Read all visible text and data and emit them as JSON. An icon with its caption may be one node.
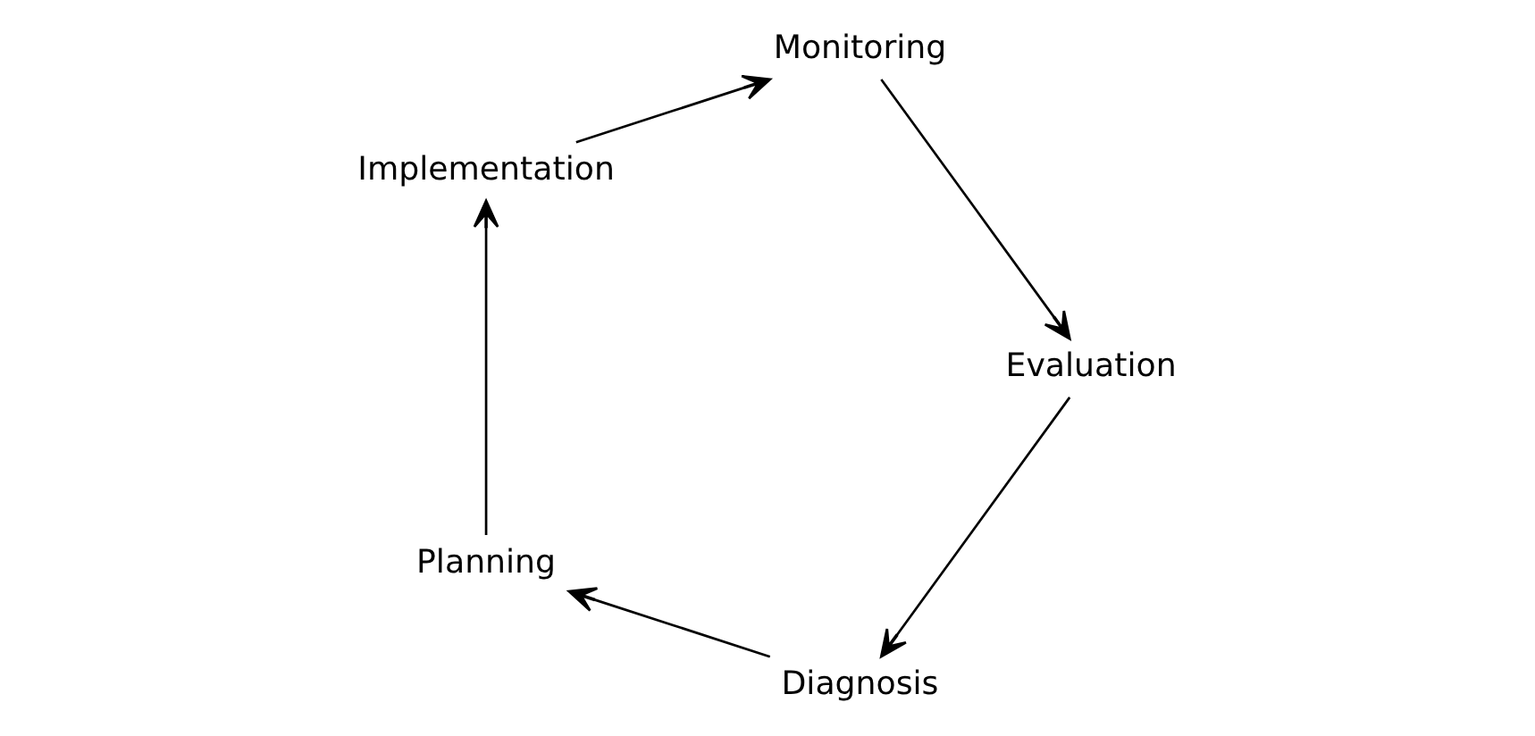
{
  "diagram": {
    "nodes": [
      {
        "text": [
          "Diagnosis"
        ]
      },
      {
        "text": [
          "Planning"
        ]
      },
      {
        "text": [
          "Implementation"
        ]
      },
      {
        "text": [
          "Monitoring"
        ]
      },
      {
        "text": [
          "Evaluation"
        ]
      }
    ],
    "edges": [
      {
        "from": 0,
        "to": 1,
        "arrow": "to"
      },
      {
        "from": 1,
        "to": 2,
        "arrow": "to"
      },
      {
        "from": 2,
        "to": 3,
        "arrow": "to"
      },
      {
        "from": 3,
        "to": 4,
        "arrow": "to"
      },
      {
        "from": 4,
        "to": 0,
        "arrow": "to"
      }
    ]
  }
}
